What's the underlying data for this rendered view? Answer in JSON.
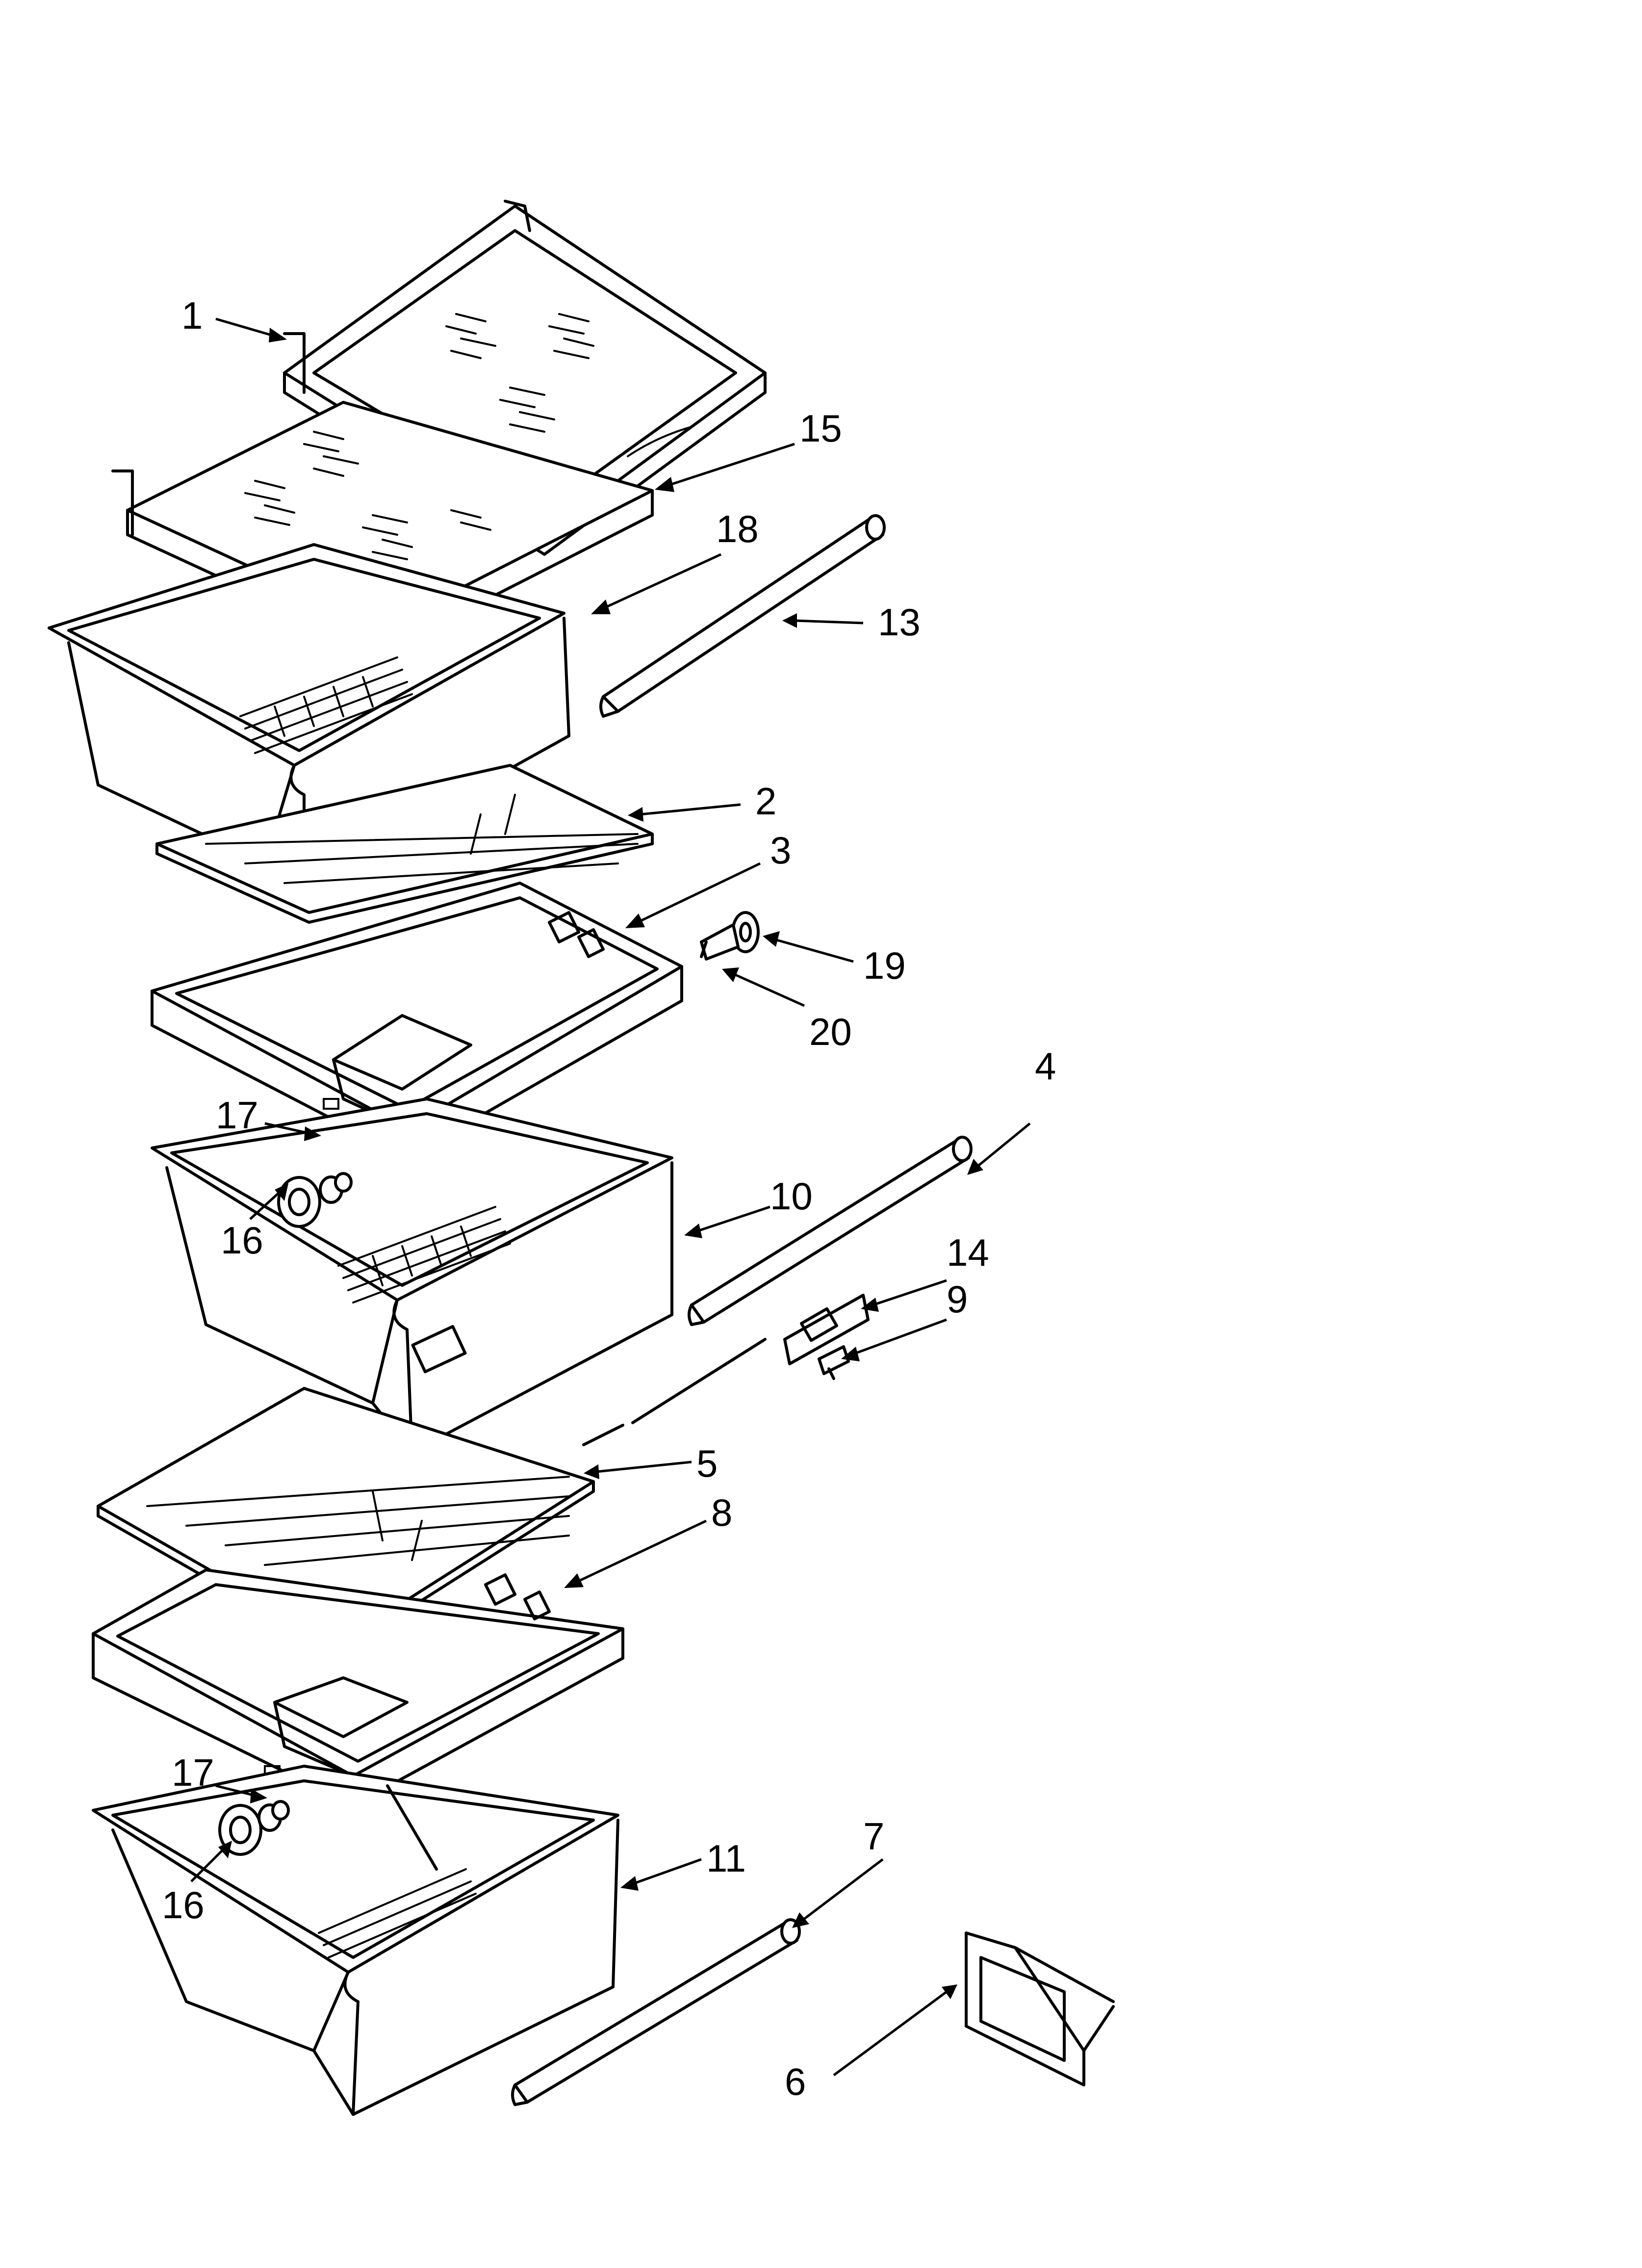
{
  "callouts": {
    "c1": "1",
    "c2": "2",
    "c3": "3",
    "c4": "4",
    "c5": "5",
    "c6": "6",
    "c7": "7",
    "c8": "8",
    "c9": "9",
    "c10": "10",
    "c11": "11",
    "c13": "13",
    "c14": "14",
    "c15": "15",
    "c16a": "16",
    "c16b": "16",
    "c17a": "17",
    "c17b": "17",
    "c18": "18",
    "c19": "19",
    "c20": "20"
  }
}
